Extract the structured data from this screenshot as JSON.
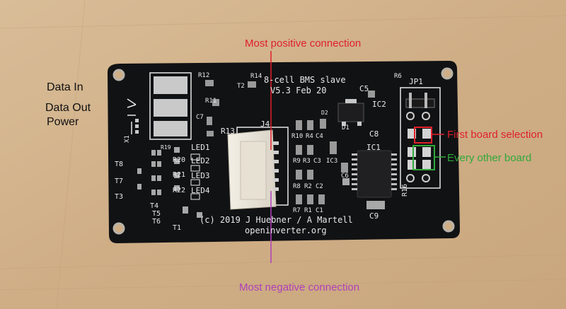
{
  "annotations": {
    "positive": {
      "text": "Most positive connection",
      "color": "#e0202a"
    },
    "negative": {
      "text": "Most negative connection",
      "color": "#b040b8"
    },
    "first_board": {
      "text": "First board selection",
      "color": "#e0202a"
    },
    "other_board": {
      "text": "Every other board",
      "color": "#2faa3a"
    }
  },
  "left_labels": {
    "data_in": "Data In",
    "data_out": "Data Out",
    "power": "Power"
  },
  "board": {
    "title": "8-cell BMS slave",
    "version": "V5.3 Feb 20",
    "credit": "(c) 2019 J Huebner / A Martell",
    "url": "openinverter.org",
    "designators": {
      "r12": "R12",
      "r14": "R14",
      "r6": "R6",
      "jp1": "JP1",
      "t2": "T2",
      "c5": "C5",
      "r11": "R11",
      "c7": "C7",
      "r13": "R13",
      "j4": "J4",
      "d2": "D2",
      "ic2": "IC2",
      "d1": "D1",
      "c8": "C8",
      "r10": "R10",
      "r4": "R4",
      "c4": "C4",
      "ic1": "IC1",
      "r9": "R9",
      "r3": "R3",
      "c3": "C3",
      "ic3": "IC3",
      "c6": "C6",
      "r8": "R8",
      "r2": "R2",
      "c2": "C2",
      "r7": "R7",
      "r1": "R1",
      "c1": "C1",
      "c9": "C9",
      "r16": "R16",
      "r19": "R19",
      "led1": "LED1",
      "led2": "LED2",
      "led3": "LED3",
      "led4": "LED4",
      "r20": "R20",
      "r21": "R21",
      "r22": "R22",
      "t8": "T8",
      "t7": "T7",
      "t3": "T3",
      "t4": "T4",
      "t5": "T5",
      "t6": "T6",
      "t1": "T1",
      "x1": "X1"
    }
  }
}
